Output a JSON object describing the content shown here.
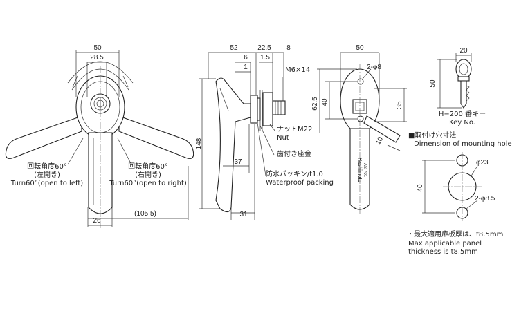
{
  "front_view": {
    "dim_top": "50",
    "dim_inner": "28.5",
    "dim_bottom_left": "26",
    "dim_bottom_right": "(105.5)",
    "left_label_jp": "回転角度60°",
    "left_label_jp2": "(左開き)",
    "left_label_en": "Turn60°(open to left)",
    "right_label_jp": "回転角度60°",
    "right_label_jp2": "(右開き)",
    "right_label_en": "Turn60°(open to right)"
  },
  "side_view": {
    "dim_52": "52",
    "dim_22_5": "22.5",
    "dim_8": "8",
    "dim_6": "6",
    "dim_1_5": "1.5",
    "dim_1": "1",
    "dim_148": "148",
    "dim_37": "37",
    "dim_31": "31",
    "thread": "M6×14",
    "nut_jp": "ナットM22",
    "nut_en": "Nut",
    "seat_jp": "歯付き座金",
    "packing_jp": "防水パッキン/t1.0",
    "packing_en": "Waterproof packing"
  },
  "rear_view": {
    "dim_50": "50",
    "dim_holes": "2-φ8",
    "dim_62_5": "62.5",
    "dim_40": "40",
    "dim_35": "35",
    "dim_10": "10",
    "brand": "Hashimoto",
    "model": "AS-701"
  },
  "key": {
    "dim_20": "20",
    "dim_50": "50",
    "label_jp": "H−200 番キー",
    "label_en": "Key No."
  },
  "mounting": {
    "title_jp": "■取付け穴寸法",
    "title_en": "Dimension of mounting hole",
    "dim_23": "φ23",
    "dim_40": "40",
    "dim_holes": "2-φ8.5"
  },
  "note": {
    "jp": "・最大適用扉板厚は、t8.5mm",
    "en1": "Max applicable panel",
    "en2": "thickness is t8.5mm"
  }
}
